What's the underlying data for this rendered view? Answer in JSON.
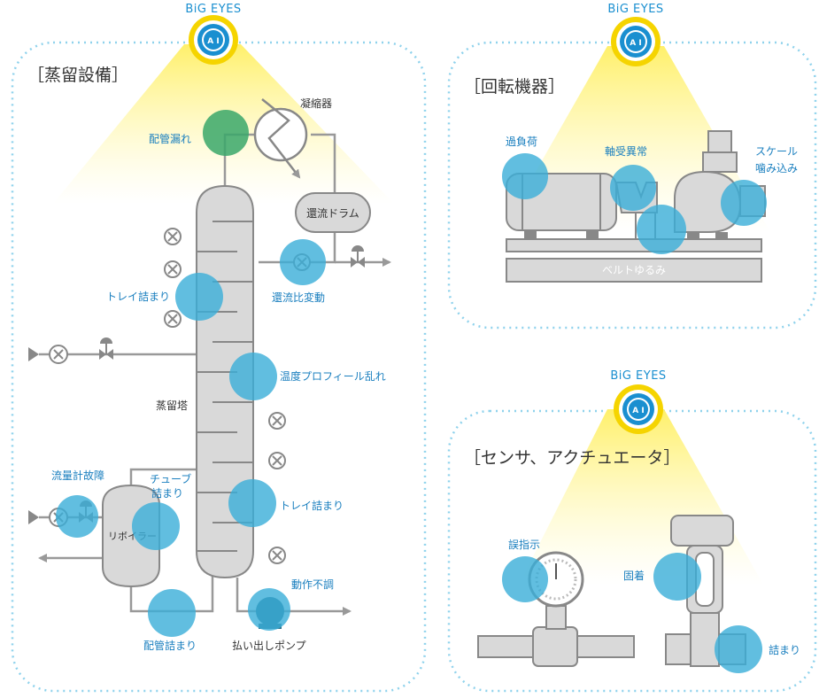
{
  "brand": "BiG EYES",
  "ai_badge": "A I",
  "panels": {
    "distillation": {
      "title": "［蒸留設備］"
    },
    "rotating": {
      "title": "［回転機器］"
    },
    "sensor": {
      "title": "［センサ、アクチュエータ］"
    }
  },
  "distillation": {
    "equipment": {
      "condenser": "凝縮器",
      "reflux_drum": "還流ドラム",
      "tower": "蒸留塔",
      "reboiler": "リボイラー",
      "pump": "払い出しポンプ"
    },
    "anomalies": {
      "pipe_leak": "配管漏れ",
      "reflux_ratio": "還流比変動",
      "tray_clog_top": "トレイ詰まり",
      "temp_profile": "温度プロフィール乱れ",
      "tray_clog_bottom": "トレイ詰まり",
      "flow_meter": "流量計故障",
      "tube_clog_1": "チューブ",
      "tube_clog_2": "詰まり",
      "pipe_clog": "配管詰まり",
      "malfunction": "動作不調"
    }
  },
  "rotating": {
    "anomalies": {
      "overload": "過負荷",
      "bearing": "軸受異常",
      "scale_1": "スケール",
      "scale_2": "噛み込み",
      "belt": "ベルトゆるみ"
    }
  },
  "sensor": {
    "anomalies": {
      "misreading": "誤指示",
      "sticking": "固着",
      "clog": "詰まり"
    }
  },
  "colors": {
    "accent": "#1a8fd0",
    "spot": "#3aaed8",
    "leak": "#3aa76a",
    "beam": "#fff176",
    "badge_ring": "#f5d400",
    "equipment": "#d9d9d9"
  }
}
